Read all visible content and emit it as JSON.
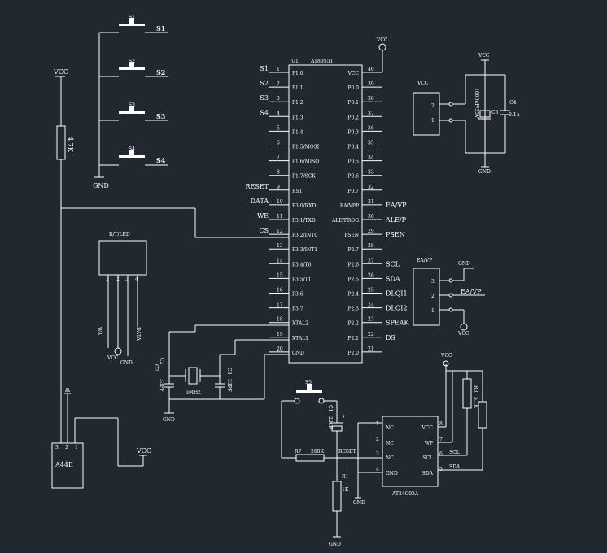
{
  "switches": {
    "s1": "S1",
    "s2": "S2",
    "s3": "S3",
    "s4": "S4",
    "s5": "S5"
  },
  "mcu": {
    "ref": "U1",
    "part": "AT89S51",
    "left_names": [
      "P1.0",
      "P1.1",
      "P1.2",
      "P1.3",
      "P1.4",
      "P1.5/MOSI",
      "P1.6/MISO",
      "P1.7/SCK",
      "RST",
      "P3.0/RXD",
      "P3.1/TXD",
      "P3.2/INT0",
      "P3.3/INT1",
      "P3.4/T0",
      "P3.5/T1",
      "P3.6",
      "P3.7",
      "XTAL2",
      "XTAL1",
      "GND"
    ],
    "left_nums": [
      "1",
      "2",
      "3",
      "4",
      "5",
      "6",
      "7",
      "8",
      "9",
      "10",
      "11",
      "12",
      "13",
      "14",
      "15",
      "16",
      "17",
      "18",
      "19",
      "20"
    ],
    "right_names": [
      "VCC",
      "P0.0",
      "P0.1",
      "P0.2",
      "P0.3",
      "P0.4",
      "P0.5",
      "P0.6",
      "P0.7",
      "EA/VPP",
      "ALE/PROG",
      "PSEN",
      "P2.7",
      "P2.6",
      "P2.5",
      "P2.4",
      "P2.3",
      "P2.2",
      "P2.1",
      "P2.0"
    ],
    "right_nums": [
      "40",
      "39",
      "38",
      "37",
      "36",
      "35",
      "34",
      "33",
      "32",
      "31",
      "30",
      "29",
      "28",
      "27",
      "26",
      "25",
      "24",
      "23",
      "22",
      "21"
    ],
    "left_nets": [
      "S1",
      "S2",
      "S3",
      "S4",
      "",
      "",
      "",
      "",
      "RESET",
      "DATA",
      "WE",
      "CS",
      "",
      "",
      "",
      "",
      "",
      "",
      "",
      ""
    ],
    "right_nets": [
      "",
      "",
      "",
      "",
      "",
      "",
      "",
      "",
      "",
      "EA/VP",
      "ALE/P",
      "PSEN",
      "",
      "SCL",
      "SDA",
      "DLQI1",
      "DLQI2",
      "SPEAK",
      "DS",
      ""
    ]
  },
  "power": {
    "vcc": "VCC",
    "gnd": "GND"
  },
  "resistor_left": {
    "value": "4.7K"
  },
  "led": {
    "label": "R/T/LED",
    "pins": [
      "1",
      "2",
      "3",
      "4"
    ],
    "wa": "WA",
    "data": "DATA"
  },
  "module": {
    "label": "A44E",
    "pins": [
      "3",
      "2",
      "1"
    ]
  },
  "crystal": {
    "c2_ref": "C2",
    "c2_val": "33PF",
    "c3_ref": "C3",
    "c3_val": "33PF",
    "freq": "6MHz"
  },
  "power_conn": {
    "pins": [
      "2",
      "1"
    ],
    "c5_ref": "C5",
    "c5_val": "1000uF/35V",
    "c4_ref": "C4",
    "c4_val": "0.1u"
  },
  "ea_conn": {
    "label": "EA/VP",
    "pins": [
      "3",
      "2",
      "1"
    ],
    "net": "EA/VP"
  },
  "reset": {
    "c1_ref": "C1",
    "c1_val": "22uF",
    "r7_ref": "R7",
    "r7_val": "200K",
    "net": "RESET",
    "r1_ref": "R1",
    "r1_val": "1K"
  },
  "eeprom": {
    "part": "AT24C02A",
    "left": [
      "NC",
      "NC",
      "NC",
      "GND"
    ],
    "left_nums": [
      "1",
      "2",
      "3",
      "4"
    ],
    "right": [
      "VCC",
      "WP",
      "SCL",
      "SDA"
    ],
    "right_nums": [
      "8",
      "7",
      "6",
      "5"
    ],
    "r3_ref": "R3",
    "r3_val": "5.1K",
    "scl": "SCL",
    "sda": "SDA"
  }
}
